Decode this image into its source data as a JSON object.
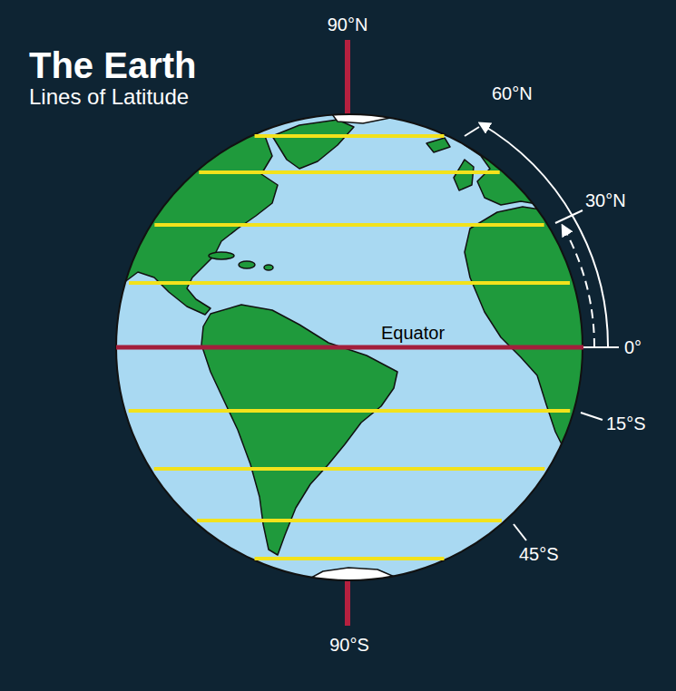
{
  "diagram": {
    "title": "The Earth",
    "labels": [
      "Lines of Latitude",
      "90°N",
      "60°N",
      "30°N",
      "Equator",
      "0°",
      "15°S",
      "45°S",
      "90°S"
    ]
  }
}
